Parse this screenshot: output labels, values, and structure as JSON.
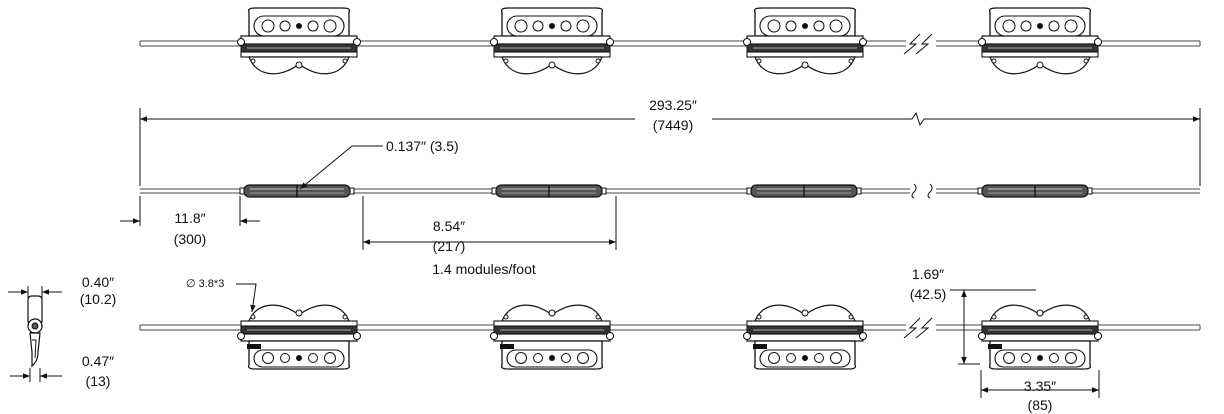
{
  "dimensions": {
    "total_length_in": "293.25″",
    "total_length_mm": "(7449)",
    "wire_dia": "0.137″ (3.5)",
    "lead_in": "11.8″",
    "lead_mm": "(300)",
    "pitch_in": "8.54″",
    "pitch_mm": "(217)",
    "density": "1.4 modules/foot",
    "hole": "∅ 3.8*3",
    "side_top_in": "0.40″",
    "side_top_mm": "(10.2)",
    "side_bot_in": "0.47″",
    "side_bot_mm": "(13)",
    "height_in": "1.69″",
    "height_mm": "(42.5)",
    "width_in": "3.35″",
    "width_mm": "(85)"
  },
  "colors": {
    "line": "#111111",
    "cable": "#444444"
  }
}
